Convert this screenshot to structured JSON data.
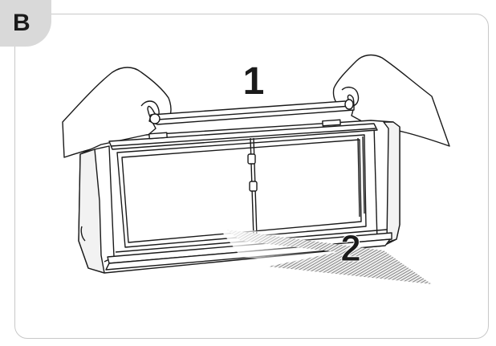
{
  "panel": {
    "label": "B"
  },
  "steps": [
    {
      "number": "1"
    },
    {
      "number": "2"
    }
  ],
  "colors": {
    "badge": "#d9d9d9",
    "line": "#1a1a1a",
    "frame": "#c8c8c8"
  }
}
